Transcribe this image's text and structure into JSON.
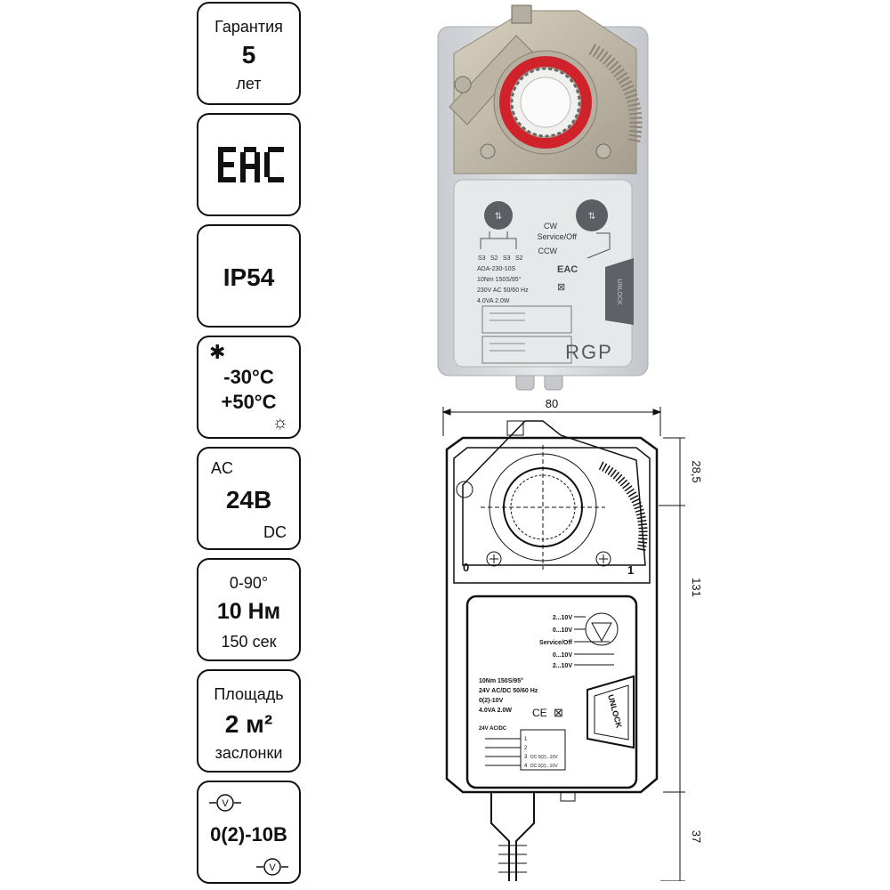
{
  "cards": {
    "warranty": {
      "label": "Гарантия",
      "value": "5",
      "unit": "лет"
    },
    "eac": {
      "mark": "EAC"
    },
    "ip": {
      "value": "IP54"
    },
    "temp": {
      "min": "-30°C",
      "max": "+50°C",
      "cold_icon": "snowflake-icon",
      "hot_icon": "sun-icon"
    },
    "power": {
      "ac": "AC",
      "value": "24В",
      "dc": "DC"
    },
    "torque": {
      "angle": "0-90°",
      "value": "10 Нм",
      "time": "150 сек"
    },
    "area": {
      "label": "Площадь",
      "value": "2 м²",
      "unit": "заслонки"
    },
    "signal": {
      "value": "0(2)-10В",
      "icon": "voltmeter-icon"
    }
  },
  "photo": {
    "switch_labels": [
      "CW",
      "Service/Off",
      "CCW"
    ],
    "terminals": [
      "S3",
      "S2",
      "S3",
      "S2"
    ],
    "spec_lines": [
      "ADA-230-10S",
      "10Nm 150S/95°",
      "230V AC 50/60 Hz",
      "4.0VA 2.0W"
    ],
    "cert_mark": "EAC",
    "brand": "RGP",
    "unlock_text": "UNLOCK"
  },
  "drawing": {
    "dim_width": "80",
    "dim_top": "28,5",
    "dim_height": "131",
    "dim_cable": "37",
    "scale_min": "0",
    "scale_max": "1",
    "signal_labels": [
      "2...10V",
      "0...10V",
      "Service/Off",
      "0...10V",
      "2...10V"
    ],
    "spec_lines": [
      "10Nm  150S/95°",
      "24V AC/DC  50/60 Hz",
      "0(2)-10V",
      "4.0VA  2.0W"
    ],
    "cert_mark": "CE",
    "unlock_text": "UNLOCK",
    "wiring_title": "24V AC/DC",
    "wiring_numbers": [
      "1",
      "2",
      "3",
      "4"
    ],
    "wiring_signals": [
      "DC 0(2)...10V",
      "DC 0(2)...10V"
    ]
  }
}
